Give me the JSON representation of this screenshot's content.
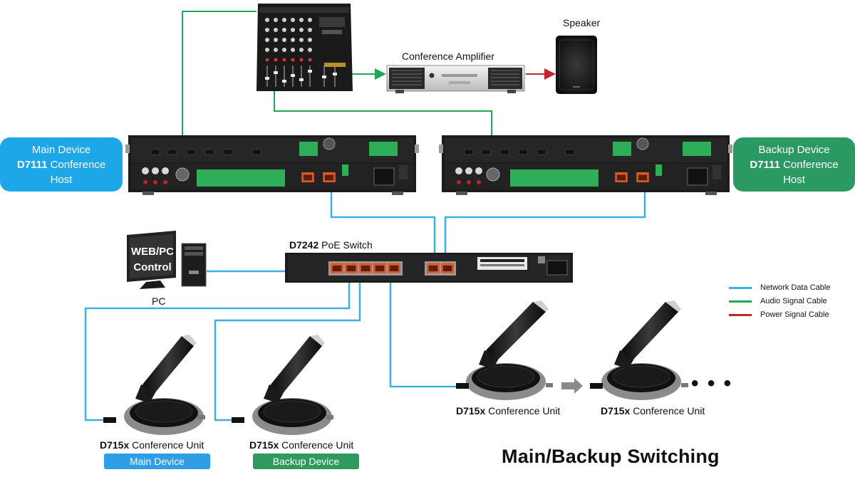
{
  "colors": {
    "network": "#3bb0e3",
    "audio": "#1fa85a",
    "power": "#c0272d",
    "main_box": "#1ea7e8",
    "backup_box": "#2a9a62",
    "main_pill": "#2e9fe6",
    "backup_pill": "#2f9a5e"
  },
  "labels": {
    "speaker": "Speaker",
    "amplifier": "Conference Amplifier",
    "switch_model": "D7242",
    "switch_name": " PoE Switch",
    "pc": "PC",
    "pc_screen_line1": "WEB/PC",
    "pc_screen_line2": "Control",
    "unit_model": "D715x",
    "unit_name": " Conference Unit",
    "ellipsis": "• • •",
    "diagram_title": "Main/Backup Switching"
  },
  "main_device": {
    "line1": "Main Device",
    "model": "D7111",
    "line2_rest": " Conference",
    "line3": "Host"
  },
  "backup_device": {
    "line1": "Backup Device",
    "model": "D7111",
    "line2_rest": " Conference",
    "line3": "Host"
  },
  "pills": {
    "main": "Main Device",
    "backup": "Backup Device"
  },
  "legend": [
    {
      "label": "Network Data Cable",
      "color": "#3bb0e3"
    },
    {
      "label": "Audio Signal Cable",
      "color": "#1fa85a"
    },
    {
      "label": "Power Signal Cable",
      "color": "#c0272d"
    }
  ]
}
